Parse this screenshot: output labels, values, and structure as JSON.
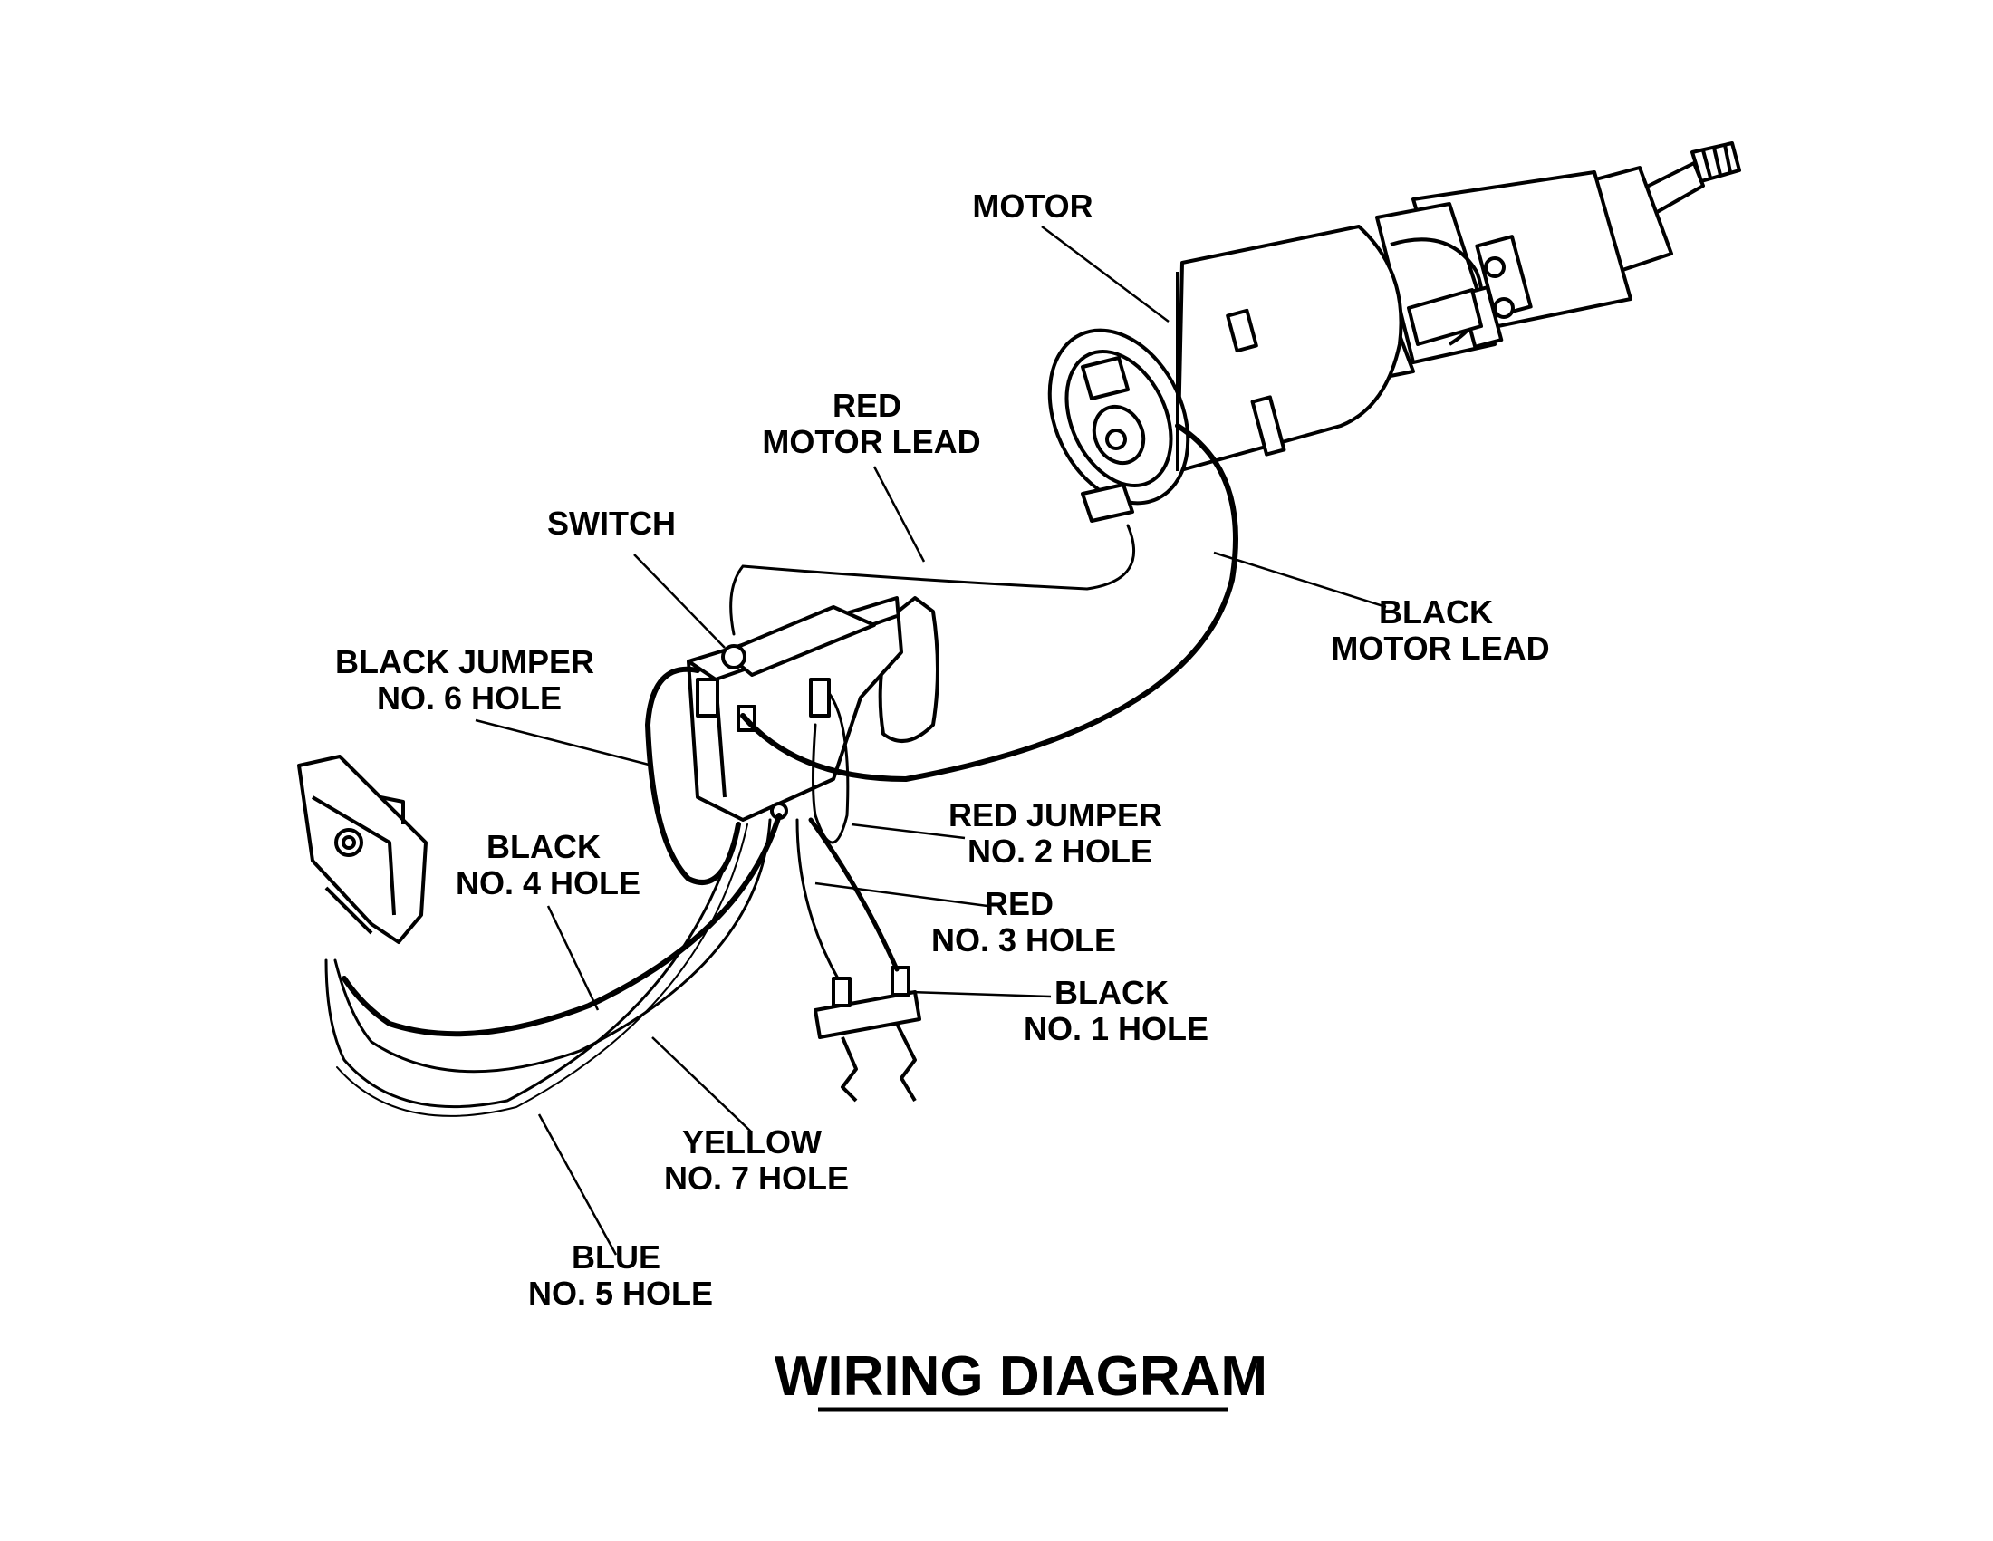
{
  "title": "WIRING DIAGRAM",
  "labels": {
    "motor": [
      "MOTOR"
    ],
    "red_motor_lead": [
      "RED",
      "MOTOR LEAD"
    ],
    "switch": [
      "SWITCH"
    ],
    "black_motor_lead": [
      "BLACK",
      "MOTOR LEAD"
    ],
    "black_jumper": [
      "BLACK JUMPER",
      "NO. 6 HOLE"
    ],
    "red_jumper": [
      "RED JUMPER",
      "NO. 2 HOLE"
    ],
    "black_4": [
      "BLACK",
      "NO. 4 HOLE"
    ],
    "red_3": [
      "RED",
      "NO. 3 HOLE"
    ],
    "black_1": [
      "BLACK",
      "NO. 1 HOLE"
    ],
    "yellow_7": [
      "YELLOW",
      "NO. 7 HOLE"
    ],
    "blue_5": [
      "BLUE",
      "NO. 5 HOLE"
    ]
  },
  "colors": {
    "ink": "#000000",
    "paper": "#ffffff"
  }
}
